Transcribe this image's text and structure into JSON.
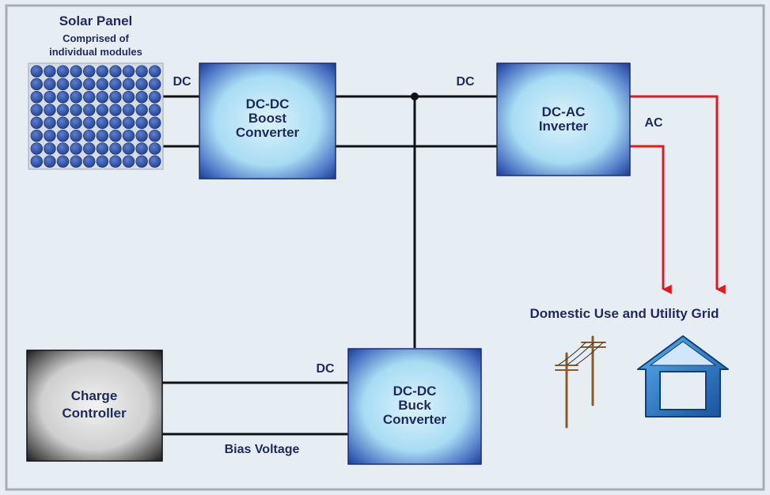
{
  "solar_panel": {
    "title": "Solar Panel",
    "subtitle_line1": "Comprised of",
    "subtitle_line2": "individual modules"
  },
  "boost": {
    "line1": "DC-DC",
    "line2": "Boost",
    "line3": "Converter"
  },
  "inverter": {
    "line1": "DC-AC",
    "line2": "Inverter"
  },
  "buck": {
    "line1": "DC-DC",
    "line2": "Buck",
    "line3": "Converter"
  },
  "charge": {
    "line1": "Charge",
    "line2": "Controller"
  },
  "labels": {
    "dc_panel": "DC",
    "dc_bus": "DC",
    "ac": "AC",
    "dc_buck": "DC",
    "bias": "Bias Voltage",
    "grid_title": "Domestic Use and Utility Grid"
  },
  "icons": [
    "utility-pole-icon",
    "house-icon"
  ],
  "colors": {
    "background": "#e6eef4",
    "frame": "#a7adb3",
    "block_light": "#dcf2fb",
    "block_mid": "#9fd4ee",
    "block_dark": "#1f3f96",
    "charge_light": "#f3f3f3",
    "charge_dark": "#151515",
    "wire": "#111111",
    "ac_wire": "#e31a1c",
    "text": "#1f2a5c",
    "panel_cell": "#2d4c9d",
    "house": "#1e6fc0",
    "pole": "#8a5a2b"
  }
}
